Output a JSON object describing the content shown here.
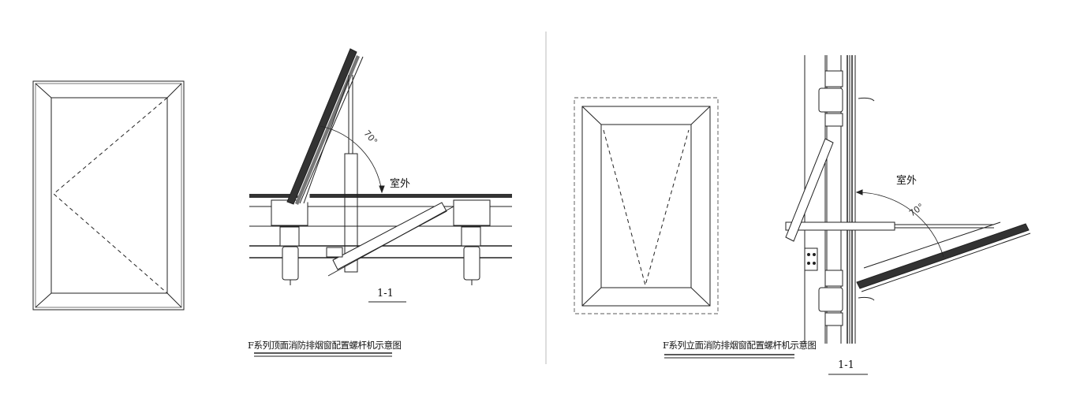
{
  "left_panel": {
    "title": "F系列顶面消防排烟窗配置螺杆机示意图",
    "section_label": "1-1",
    "outside_label": "室外",
    "angle_label": "70°"
  },
  "right_panel": {
    "title": "F系列立面消防排烟窗配置螺杆机示意图",
    "section_label": "1-1",
    "outside_label": "室外",
    "angle_label": "70°"
  },
  "colors": {
    "line": "#222222",
    "divider": "#bbbbbb"
  }
}
